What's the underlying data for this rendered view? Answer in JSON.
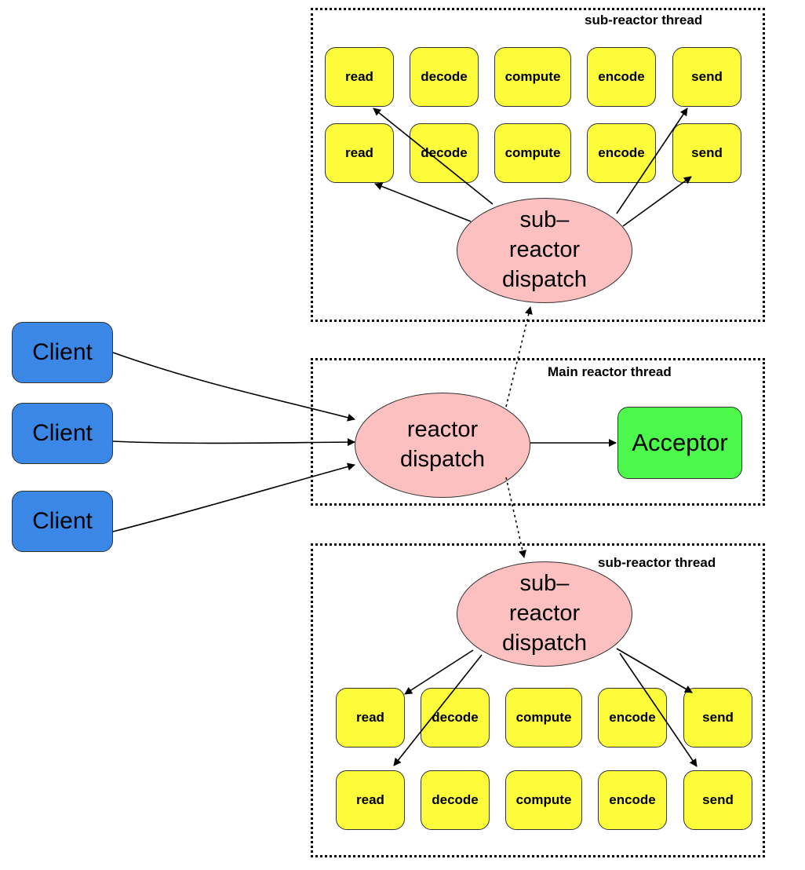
{
  "colors": {
    "client": "#3b87e6",
    "task": "#fcfc3a",
    "acceptor": "#4cf84c",
    "reactor": "#fcc0c0",
    "stroke": "#000000"
  },
  "frames": {
    "top_sub_title": "sub-reactor thread",
    "main_title": "Main reactor thread",
    "bottom_sub_title": "sub-reactor thread"
  },
  "clients": [
    "Client",
    "Client",
    "Client"
  ],
  "main_reactor": {
    "line1": "reactor",
    "line2": "dispatch"
  },
  "acceptor": "Acceptor",
  "top_sub_reactor": {
    "line1": "sub–",
    "line2": "reactor",
    "line3": "dispatch"
  },
  "bottom_sub_reactor": {
    "line1": "sub–",
    "line2": "reactor",
    "line3": "dispatch"
  },
  "tasks": {
    "top_row1": [
      "read",
      "decode",
      "compute",
      "encode",
      "send"
    ],
    "top_row2": [
      "read",
      "decode",
      "compute",
      "encode",
      "send"
    ],
    "bottom_row1": [
      "read",
      "decode",
      "compute",
      "encode",
      "send"
    ],
    "bottom_row2": [
      "read",
      "decode",
      "compute",
      "encode",
      "send"
    ]
  }
}
